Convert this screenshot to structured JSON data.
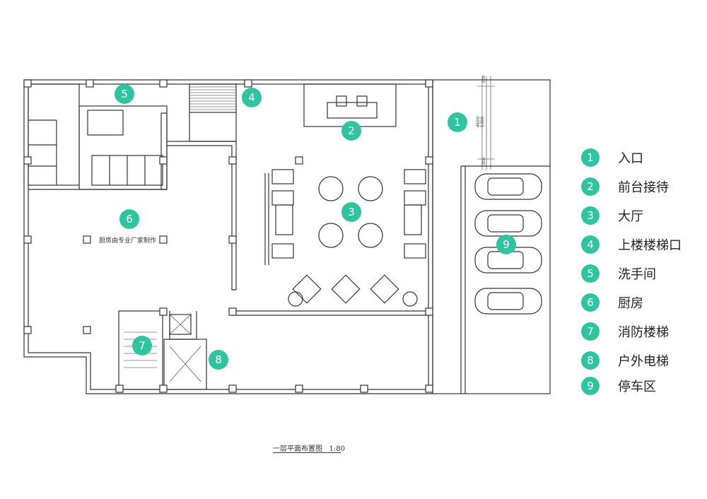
{
  "legend": [
    {
      "num": "1",
      "label": "入口"
    },
    {
      "num": "2",
      "label": "前台接待"
    },
    {
      "num": "3",
      "label": "大厅"
    },
    {
      "num": "4",
      "label": "上楼楼梯口"
    },
    {
      "num": "5",
      "label": "洗手间"
    },
    {
      "num": "6",
      "label": "厨房"
    },
    {
      "num": "7",
      "label": "消防楼梯"
    },
    {
      "num": "8",
      "label": "户外电梯"
    },
    {
      "num": "9",
      "label": "停车区"
    }
  ],
  "plan": {
    "kitchen_note": "厨房由专业厂家制作",
    "title": "一层平面布置图",
    "scale": "1:80",
    "dimensions": [
      "300",
      "4600",
      "5300",
      "300"
    ]
  },
  "colors": {
    "accent": "#2ec4a0",
    "line": "#333333"
  }
}
